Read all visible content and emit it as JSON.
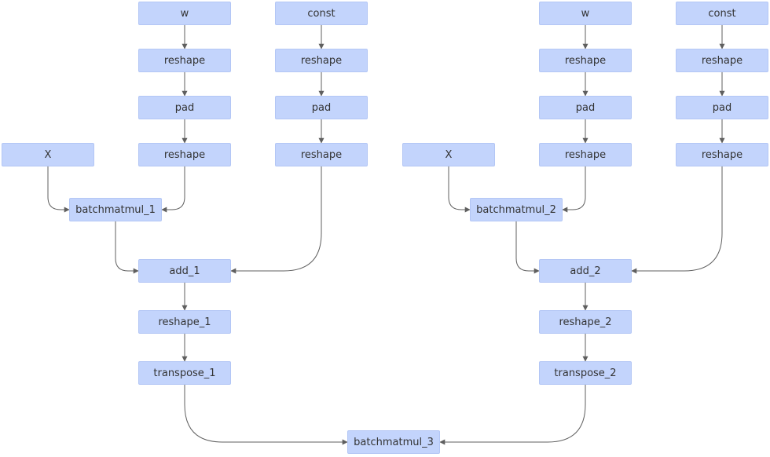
{
  "nodes": {
    "w_1": "w",
    "const_1": "const",
    "reshape_w1_a": "reshape",
    "reshape_c1_a": "reshape",
    "pad_w1": "pad",
    "pad_c1": "pad",
    "x_1": "X",
    "reshape_w1_b": "reshape",
    "reshape_c1_b": "reshape",
    "batchmatmul_1": "batchmatmul_1",
    "add_1": "add_1",
    "reshape_1": "reshape_1",
    "transpose_1": "transpose_1",
    "w_2": "w",
    "const_2": "const",
    "reshape_w2_a": "reshape",
    "reshape_c2_a": "reshape",
    "pad_w2": "pad",
    "pad_c2": "pad",
    "x_2": "X",
    "reshape_w2_b": "reshape",
    "reshape_c2_b": "reshape",
    "batchmatmul_2": "batchmatmul_2",
    "add_2": "add_2",
    "reshape_2": "reshape_2",
    "transpose_2": "transpose_2",
    "batchmatmul_3": "batchmatmul_3"
  },
  "edges": [
    [
      "w_1",
      "reshape_w1_a"
    ],
    [
      "reshape_w1_a",
      "pad_w1"
    ],
    [
      "pad_w1",
      "reshape_w1_b"
    ],
    [
      "const_1",
      "reshape_c1_a"
    ],
    [
      "reshape_c1_a",
      "pad_c1"
    ],
    [
      "pad_c1",
      "reshape_c1_b"
    ],
    [
      "x_1",
      "batchmatmul_1"
    ],
    [
      "reshape_w1_b",
      "batchmatmul_1"
    ],
    [
      "batchmatmul_1",
      "add_1"
    ],
    [
      "reshape_c1_b",
      "add_1"
    ],
    [
      "add_1",
      "reshape_1"
    ],
    [
      "reshape_1",
      "transpose_1"
    ],
    [
      "w_2",
      "reshape_w2_a"
    ],
    [
      "reshape_w2_a",
      "pad_w2"
    ],
    [
      "pad_w2",
      "reshape_w2_b"
    ],
    [
      "const_2",
      "reshape_c2_a"
    ],
    [
      "reshape_c2_a",
      "pad_c2"
    ],
    [
      "pad_c2",
      "reshape_c2_b"
    ],
    [
      "x_2",
      "batchmatmul_2"
    ],
    [
      "reshape_w2_b",
      "batchmatmul_2"
    ],
    [
      "batchmatmul_2",
      "add_2"
    ],
    [
      "reshape_c2_b",
      "add_2"
    ],
    [
      "add_2",
      "reshape_2"
    ],
    [
      "reshape_2",
      "transpose_2"
    ],
    [
      "transpose_1",
      "batchmatmul_3"
    ],
    [
      "transpose_2",
      "batchmatmul_3"
    ]
  ]
}
